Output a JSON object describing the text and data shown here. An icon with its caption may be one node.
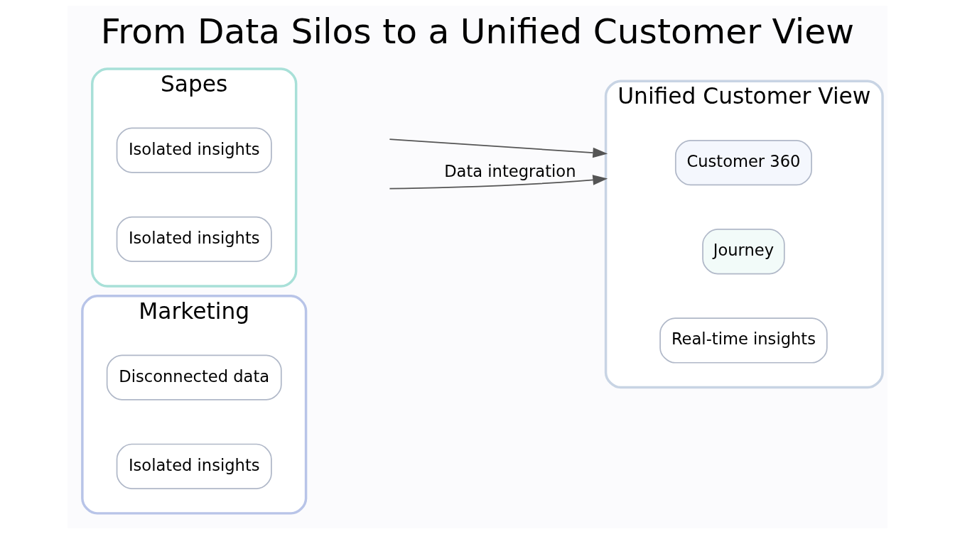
{
  "diagram": {
    "title": "From Data Silos to a Unified Customer View",
    "nodes": [
      {
        "text": [
          "Marketing"
        ]
      },
      {
        "text": [
          "Disconnected data"
        ],
        "in": 0
      },
      {
        "text": [
          "Isolated insights"
        ],
        "in": 0
      },
      {
        "text": [
          "Sapes"
        ]
      },
      {
        "text": [
          "Isolated insights"
        ],
        "in": 3
      },
      {
        "text": [
          "Isolated insights"
        ],
        "in": 3
      },
      {
        "text": [
          "Unified Customer View"
        ]
      },
      {
        "text": [
          "Customer 360"
        ],
        "in": 6
      },
      {
        "text": [
          "Journey"
        ],
        "in": 6
      },
      {
        "text": [
          "Real-time insights"
        ],
        "in": 6
      }
    ],
    "edges": [
      {
        "from": null,
        "to": 6,
        "arrow": "to"
      },
      {
        "from": null,
        "to": 6,
        "arrow": "to",
        "label": "Data integration"
      }
    ]
  }
}
